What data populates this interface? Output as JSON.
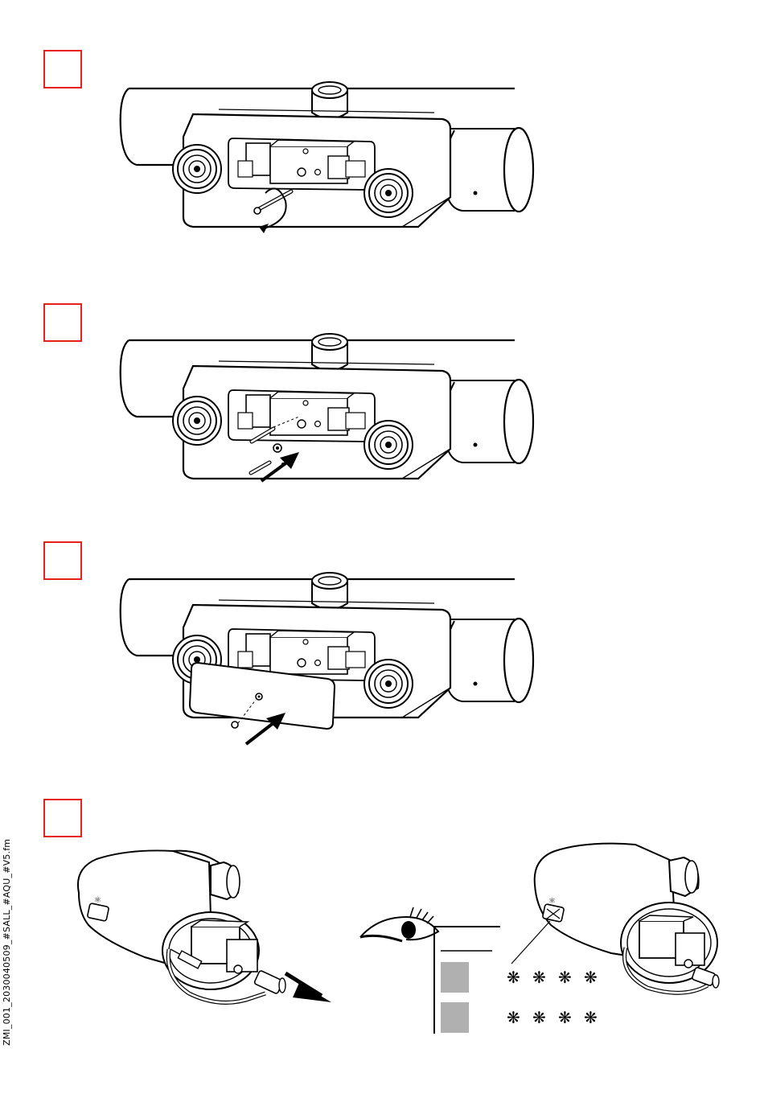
{
  "steps": [
    {
      "name": "step-1-box"
    },
    {
      "name": "step-2-box"
    },
    {
      "name": "step-3-box"
    },
    {
      "name": "step-4-box"
    }
  ],
  "side_label": "ZMI_001_2030040509_#SALL_#AQU_#V5.fm",
  "icons": [
    "eye-icon",
    "led-blink-icon",
    "push-arrow-icon",
    "screw-icon",
    "rotate-arrow-icon"
  ],
  "colors": {
    "step_box": "#e8201c",
    "line": "#000000",
    "panel_gray": "#b0b0b0"
  }
}
